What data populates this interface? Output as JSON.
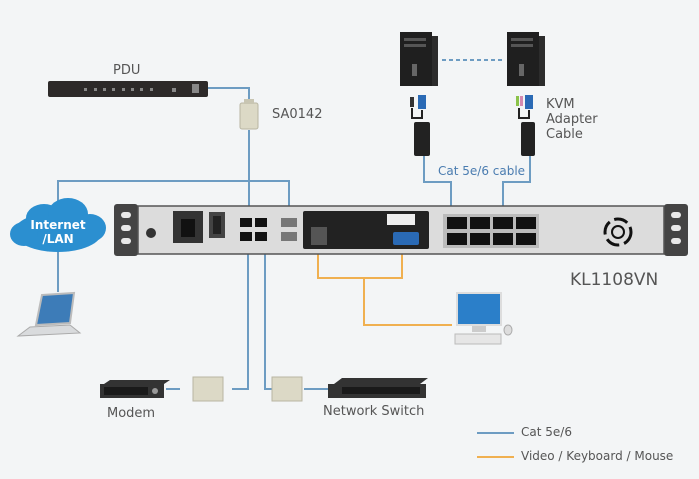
{
  "labels": {
    "pdu": "PDU",
    "adapter": "SA0142",
    "kvm_adapter_line1": "KVM",
    "kvm_adapter_line2": "Adapter",
    "kvm_adapter_line3": "Cable",
    "cat_cable": "Cat 5e/6 cable",
    "cloud_line1": "Internet",
    "cloud_line2": "/LAN",
    "model": "KL1108VN",
    "modem": "Modem",
    "switch": "Network Switch"
  },
  "legend": [
    {
      "label": "Cat 5e/6",
      "color": "#6d9cc2"
    },
    {
      "label": "Video / Keyboard / Mouse",
      "color": "#f0b050"
    }
  ],
  "colors": {
    "cat_line": "#6d9cc2",
    "vkm_line": "#f0b050",
    "cloud": "#2b8fd0"
  }
}
